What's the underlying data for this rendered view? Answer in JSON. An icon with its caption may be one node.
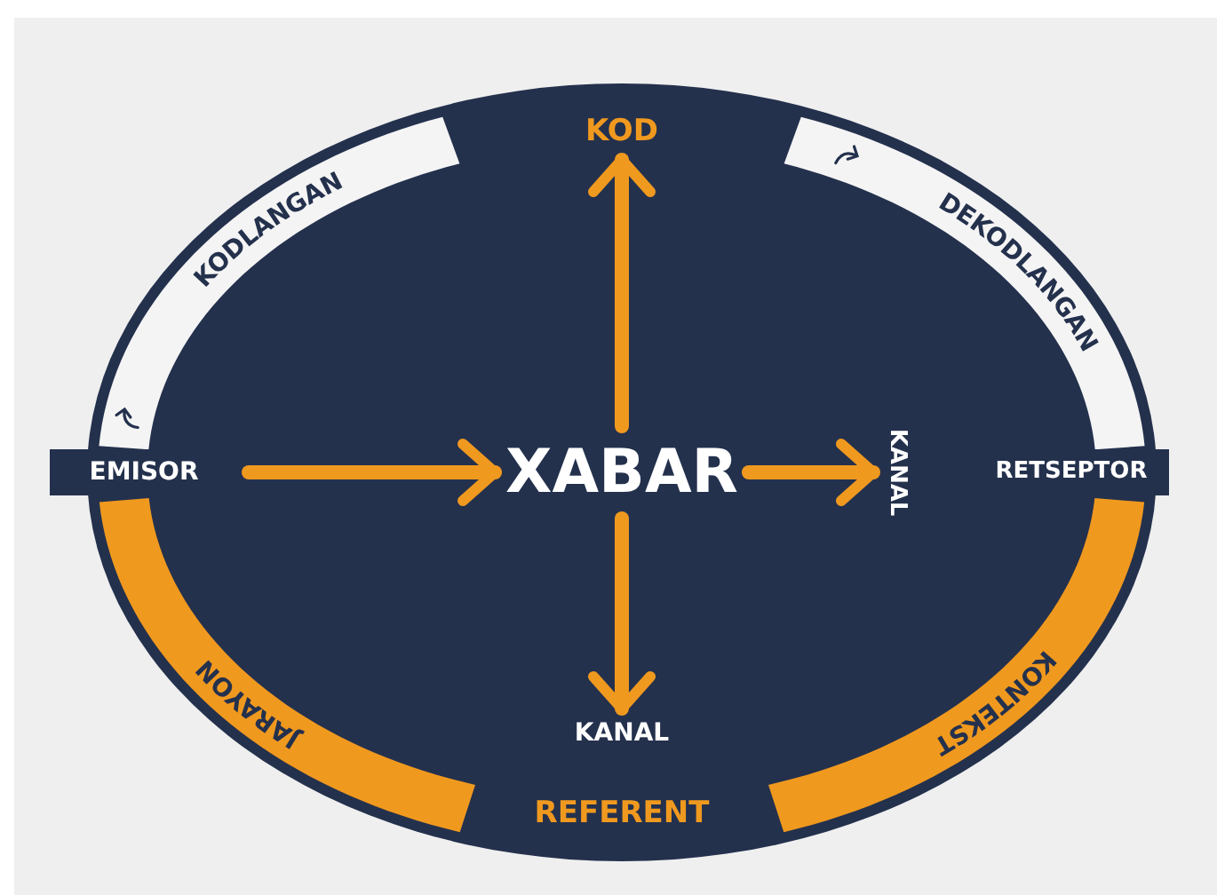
{
  "diagram": {
    "nodes": [
      {
        "text": [
          "KOD"
        ]
      },
      {
        "text": [
          "KODLANGAN"
        ]
      },
      {
        "text": [
          "DEKODLANGAN"
        ]
      },
      {
        "text": [
          "EMISOR"
        ]
      },
      {
        "text": [
          "XABAR"
        ]
      },
      {
        "text": [
          "KANAL"
        ]
      },
      {
        "text": [
          "RETSEPTOR"
        ]
      },
      {
        "text": [
          "JARAYON"
        ]
      },
      {
        "text": [
          "KONTEKST"
        ]
      },
      {
        "text": [
          "KANAL"
        ]
      },
      {
        "text": [
          "REFERENT"
        ]
      }
    ],
    "edges": [
      {
        "from": 3,
        "to": 4,
        "arrow": "to"
      },
      {
        "from": 4,
        "to": 0,
        "arrow": "to"
      },
      {
        "from": 4,
        "to": 5,
        "arrow": "to"
      },
      {
        "from": 4,
        "to": 9,
        "arrow": "to"
      }
    ]
  }
}
